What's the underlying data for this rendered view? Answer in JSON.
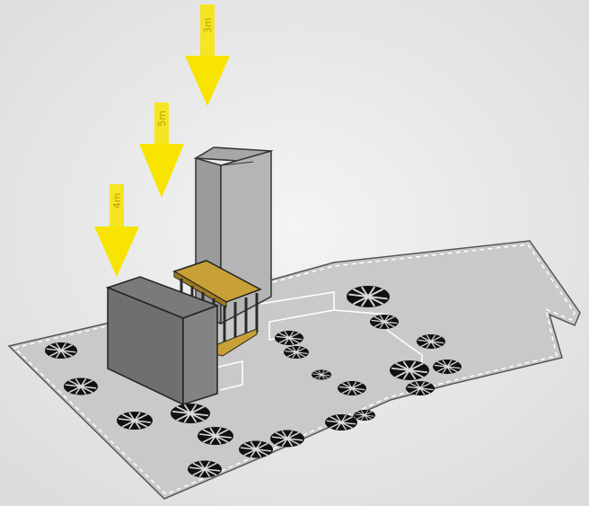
{
  "scene": {
    "arrow_labels": [
      "3m",
      "5m",
      "4m"
    ],
    "colors": {
      "background": "#e9e9e9",
      "site": "#c9c9c9",
      "site_edge": "#ffffff",
      "tower_front": "#9b9b9b",
      "tower_side": "#b5b5b5",
      "tower_top": "#a6a6a6",
      "block_front": "#6f6f6f",
      "block_side": "#838383",
      "block_top": "#7a7a7a",
      "pavilion_roof": "#c8a038",
      "pavilion_frame": "#2a2a2a",
      "arrow": "#f7e400",
      "tree": "#111111"
    },
    "icons": [
      "sun-arrow-icon",
      "tree-icon"
    ]
  }
}
